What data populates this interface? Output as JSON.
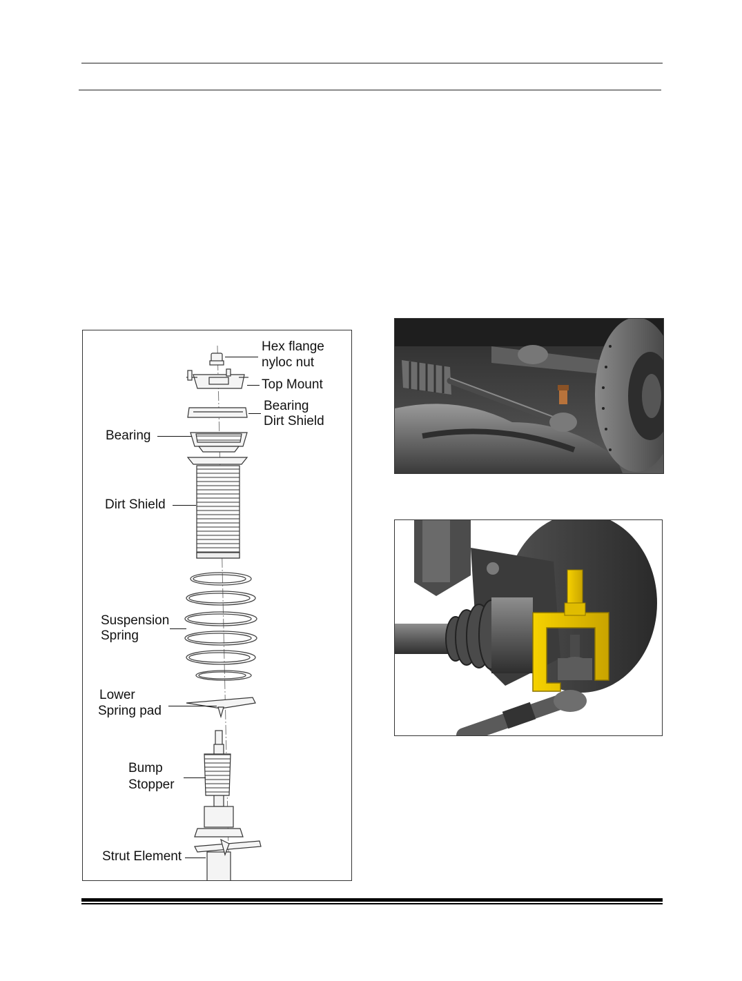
{
  "page": {
    "background": "#ffffff",
    "accent_tool_color": "#f2c400"
  },
  "figure_left": {
    "labels": {
      "hex_nut_line1": "Hex flange",
      "hex_nut_line2": "nyloc nut",
      "top_mount": "Top Mount",
      "bearing_shield_line1": "Bearing",
      "bearing_shield_line2": "Dirt Shield",
      "bearing": "Bearing",
      "dirt_shield": "Dirt Shield",
      "spring_line1": "Suspension",
      "spring_line2": "Spring",
      "lower_pad_line1": "Lower",
      "lower_pad_line2": "Spring pad",
      "bump_line1": "Bump",
      "bump_line2": "Stopper",
      "strut": "Strut Element"
    }
  },
  "figure_right_top": {
    "subject": "tie-rod-end-on-steering-knuckle"
  },
  "figure_right_bottom": {
    "subject": "ball-joint-puller-tool-on-tie-rod-end"
  }
}
